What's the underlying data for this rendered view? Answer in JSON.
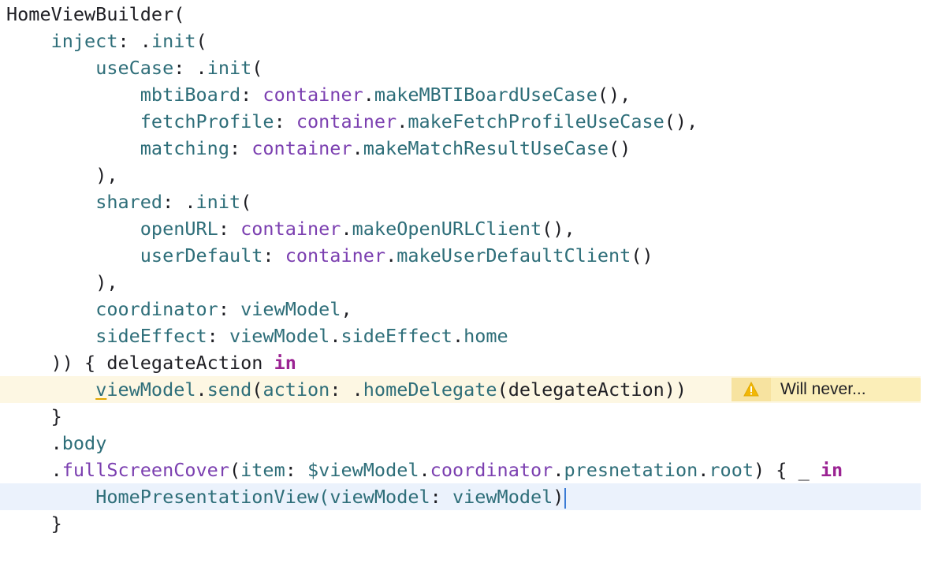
{
  "editor": {
    "lines": [
      [
        {
          "t": "HomeViewBuilder(",
          "c": "p"
        }
      ],
      [
        {
          "t": "    "
        },
        {
          "t": "inject",
          "c": "f"
        },
        {
          "t": ": .",
          "c": "p"
        },
        {
          "t": "init",
          "c": "f"
        },
        {
          "t": "(",
          "c": "p"
        }
      ],
      [
        {
          "t": "        "
        },
        {
          "t": "useCase",
          "c": "f"
        },
        {
          "t": ": .",
          "c": "p"
        },
        {
          "t": "init",
          "c": "f"
        },
        {
          "t": "(",
          "c": "p"
        }
      ],
      [
        {
          "t": "            "
        },
        {
          "t": "mbtiBoard",
          "c": "f"
        },
        {
          "t": ": ",
          "c": "p"
        },
        {
          "t": "container",
          "c": "c"
        },
        {
          "t": ".",
          "c": "p"
        },
        {
          "t": "makeMBTIBoardUseCase",
          "c": "f"
        },
        {
          "t": "(),",
          "c": "p"
        }
      ],
      [
        {
          "t": "            "
        },
        {
          "t": "fetchProfile",
          "c": "f"
        },
        {
          "t": ": ",
          "c": "p"
        },
        {
          "t": "container",
          "c": "c"
        },
        {
          "t": ".",
          "c": "p"
        },
        {
          "t": "makeFetchProfileUseCase",
          "c": "f"
        },
        {
          "t": "(),",
          "c": "p"
        }
      ],
      [
        {
          "t": "            "
        },
        {
          "t": "matching",
          "c": "f"
        },
        {
          "t": ": ",
          "c": "p"
        },
        {
          "t": "container",
          "c": "c"
        },
        {
          "t": ".",
          "c": "p"
        },
        {
          "t": "makeMatchResultUseCase",
          "c": "f"
        },
        {
          "t": "()",
          "c": "p"
        }
      ],
      [
        {
          "t": "        "
        },
        {
          "t": "),",
          "c": "p"
        }
      ],
      [
        {
          "t": "        "
        },
        {
          "t": "shared",
          "c": "f"
        },
        {
          "t": ": .",
          "c": "p"
        },
        {
          "t": "init",
          "c": "f"
        },
        {
          "t": "(",
          "c": "p"
        }
      ],
      [
        {
          "t": "            "
        },
        {
          "t": "openURL",
          "c": "f"
        },
        {
          "t": ": ",
          "c": "p"
        },
        {
          "t": "container",
          "c": "c"
        },
        {
          "t": ".",
          "c": "p"
        },
        {
          "t": "makeOpenURLClient",
          "c": "f"
        },
        {
          "t": "(),",
          "c": "p"
        }
      ],
      [
        {
          "t": "            "
        },
        {
          "t": "userDefault",
          "c": "f"
        },
        {
          "t": ": ",
          "c": "p"
        },
        {
          "t": "container",
          "c": "c"
        },
        {
          "t": ".",
          "c": "p"
        },
        {
          "t": "makeUserDefaultClient",
          "c": "f"
        },
        {
          "t": "()",
          "c": "p"
        }
      ],
      [
        {
          "t": "        "
        },
        {
          "t": "),",
          "c": "p"
        }
      ],
      [
        {
          "t": "        "
        },
        {
          "t": "coordinator",
          "c": "f"
        },
        {
          "t": ": ",
          "c": "p"
        },
        {
          "t": "viewModel",
          "c": "f"
        },
        {
          "t": ",",
          "c": "p"
        }
      ],
      [
        {
          "t": "        "
        },
        {
          "t": "sideEffect",
          "c": "f"
        },
        {
          "t": ": ",
          "c": "p"
        },
        {
          "t": "viewModel",
          "c": "f"
        },
        {
          "t": ".",
          "c": "p"
        },
        {
          "t": "sideEffect",
          "c": "f"
        },
        {
          "t": ".",
          "c": "p"
        },
        {
          "t": "home",
          "c": "f"
        }
      ],
      [
        {
          "t": "    "
        },
        {
          "t": ")) { delegateAction ",
          "c": "p"
        },
        {
          "t": "in",
          "c": "k"
        }
      ],
      [
        {
          "t": "        "
        },
        {
          "t": "v",
          "c": "f u"
        },
        {
          "t": "iewModel",
          "c": "f"
        },
        {
          "t": ".",
          "c": "p"
        },
        {
          "t": "send",
          "c": "f"
        },
        {
          "t": "(",
          "c": "p"
        },
        {
          "t": "action",
          "c": "f"
        },
        {
          "t": ": .",
          "c": "p"
        },
        {
          "t": "homeDelegate",
          "c": "f"
        },
        {
          "t": "(delegateAction))",
          "c": "p"
        }
      ],
      [
        {
          "t": "    "
        },
        {
          "t": "}",
          "c": "p"
        }
      ],
      [
        {
          "t": "    "
        },
        {
          "t": ".",
          "c": "p"
        },
        {
          "t": "body",
          "c": "f"
        }
      ],
      [
        {
          "t": "    "
        },
        {
          "t": ".",
          "c": "p"
        },
        {
          "t": "fullScreenCover",
          "c": "c"
        },
        {
          "t": "(",
          "c": "p"
        },
        {
          "t": "item",
          "c": "f"
        },
        {
          "t": ": ",
          "c": "p"
        },
        {
          "t": "$viewModel",
          "c": "f"
        },
        {
          "t": ".",
          "c": "p"
        },
        {
          "t": "coordinator",
          "c": "c"
        },
        {
          "t": ".",
          "c": "p"
        },
        {
          "t": "presnetation",
          "c": "f"
        },
        {
          "t": ".",
          "c": "p"
        },
        {
          "t": "root",
          "c": "f"
        },
        {
          "t": ") { _ ",
          "c": "p"
        },
        {
          "t": "in",
          "c": "k"
        }
      ],
      [
        {
          "t": "        "
        },
        {
          "t": "HomePresentationView(",
          "c": "f"
        },
        {
          "t": "viewModel",
          "c": "f"
        },
        {
          "t": ": ",
          "c": "p"
        },
        {
          "t": "viewModel",
          "c": "f"
        },
        {
          "t": ")",
          "c": "p"
        }
      ],
      [
        {
          "t": "    "
        },
        {
          "t": "}",
          "c": "p"
        }
      ]
    ],
    "warning_line": 14,
    "cursor_line": 18,
    "warning": {
      "icon": "warning-triangle-icon",
      "text": "Will never..."
    },
    "colors": {
      "plain": "#1f1f24",
      "teal": "#2e6e79",
      "purple": "#7b3fb0",
      "keyword": "#9b2393",
      "warning_bg": "#fbeeb8",
      "current_line_bg": "#ebf2fc"
    }
  }
}
